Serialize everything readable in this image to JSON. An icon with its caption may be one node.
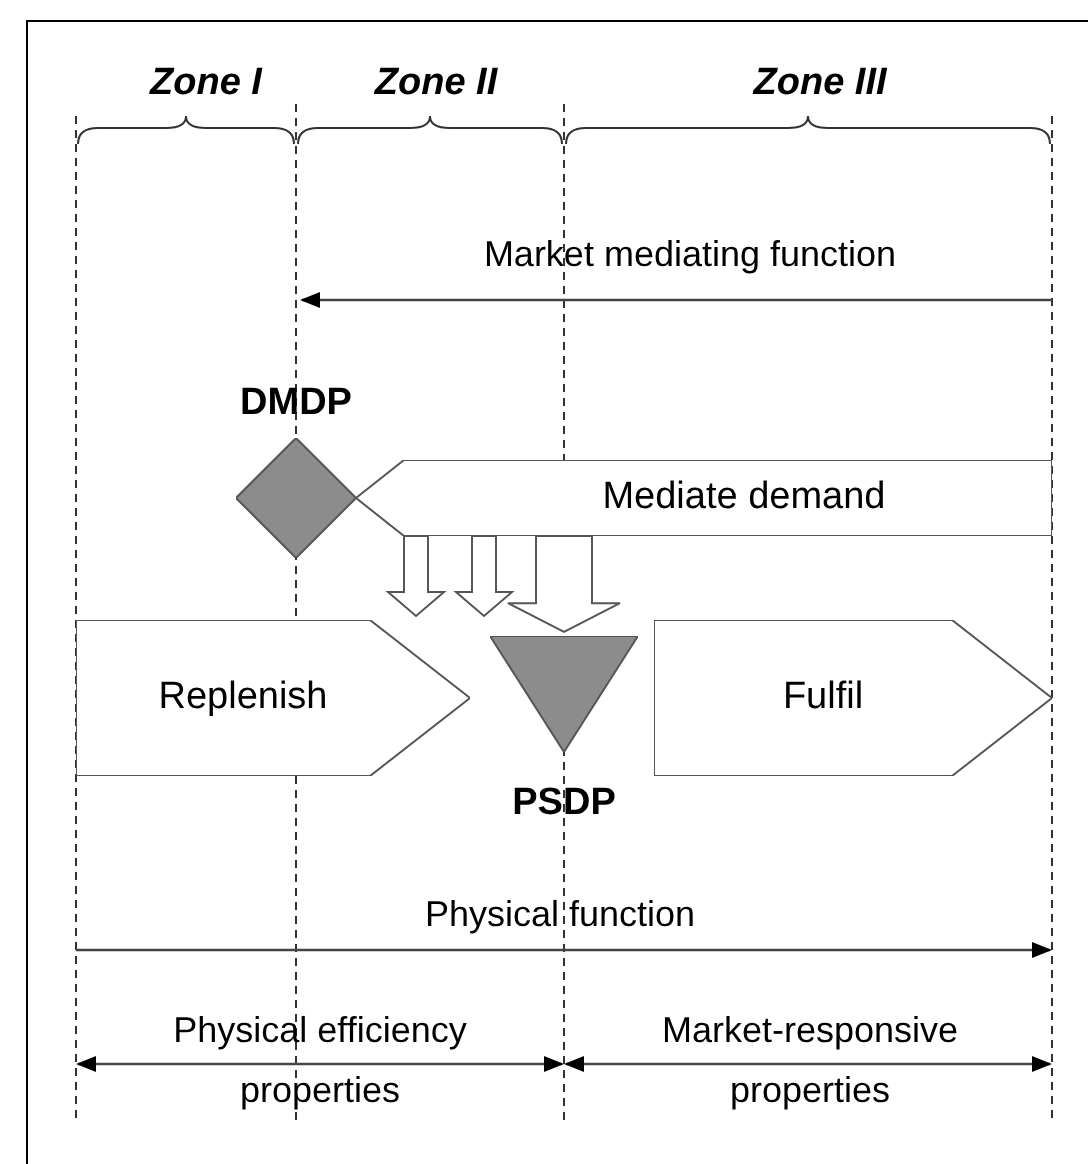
{
  "diagram": {
    "nodes": [
      {
        "text": [],
        "shape": "diamond",
        "beside": [
          "DMDP"
        ]
      },
      {
        "text": [
          "Mediate demand"
        ]
      },
      {
        "text": [
          "Replenish"
        ]
      },
      {
        "text": [],
        "shape": "triangle",
        "beside": [
          "PSDP"
        ]
      },
      {
        "text": [
          "Fulfil"
        ]
      }
    ],
    "edges": [
      {
        "from": 1,
        "to": 2,
        "arrow": "to"
      },
      {
        "from": 1,
        "to": 2,
        "arrow": "to"
      },
      {
        "from": 1,
        "to": 3,
        "arrow": "to"
      }
    ],
    "labels": [
      "Zone I",
      "Zone II",
      "Zone III",
      "Market mediating function",
      "Physical function",
      "Physical efficiency properties",
      "Market-responsive properties"
    ]
  }
}
